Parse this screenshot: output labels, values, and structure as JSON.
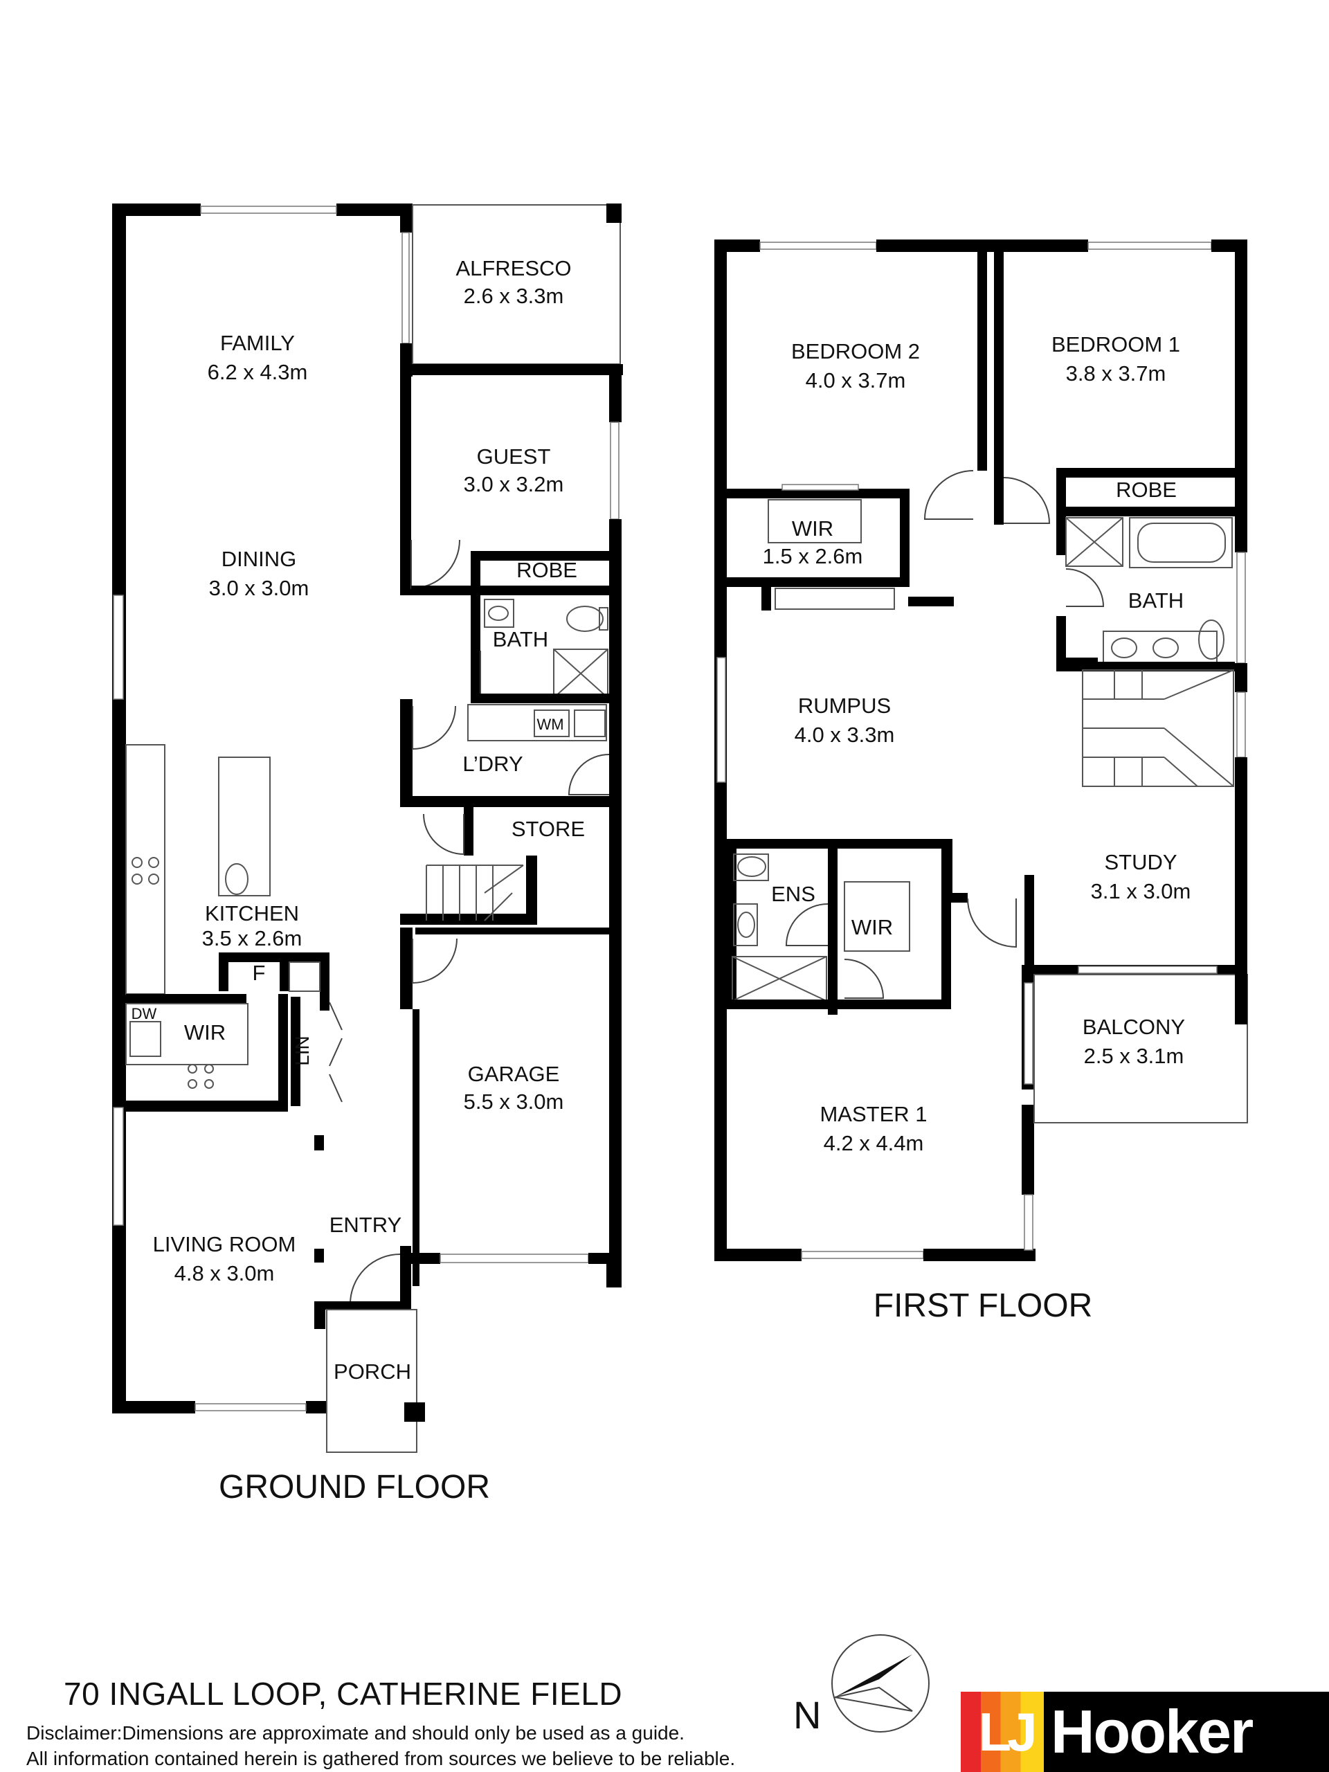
{
  "floors": {
    "ground": "GROUND FLOOR",
    "first": "FIRST FLOOR"
  },
  "rooms": {
    "alfresco": {
      "name": "ALFRESCO",
      "size": "2.6 x 3.3m"
    },
    "family": {
      "name": "FAMILY",
      "size": "6.2 x 4.3m"
    },
    "guest": {
      "name": "GUEST",
      "size": "3.0 x 3.2m"
    },
    "dining": {
      "name": "DINING",
      "size": "3.0 x 3.0m"
    },
    "robe_ground": {
      "name": "ROBE"
    },
    "bath_ground": {
      "name": "BATH"
    },
    "laundry": {
      "name": "L’DRY"
    },
    "wm": {
      "name": "WM"
    },
    "store": {
      "name": "STORE"
    },
    "kitchen": {
      "name": "KITCHEN",
      "size": "3.5 x 2.6m"
    },
    "fridge": {
      "name": "F"
    },
    "dw": {
      "name": "DW"
    },
    "wir_ground": {
      "name": "WIR"
    },
    "lin": {
      "name": "LIN"
    },
    "garage": {
      "name": "GARAGE",
      "size": "5.5 x 3.0m"
    },
    "entry": {
      "name": "ENTRY"
    },
    "living": {
      "name": "LIVING ROOM",
      "size": "4.8 x 3.0m"
    },
    "porch": {
      "name": "PORCH"
    },
    "bedroom2": {
      "name": "BEDROOM 2",
      "size": "4.0 x 3.7m"
    },
    "bedroom1": {
      "name": "BEDROOM 1",
      "size": "3.8 x 3.7m"
    },
    "robe_first": {
      "name": "ROBE"
    },
    "wir_bed2": {
      "name": "WIR",
      "size": "1.5 x 2.6m"
    },
    "bath_first": {
      "name": "BATH"
    },
    "rumpus": {
      "name": "RUMPUS",
      "size": "4.0 x 3.3m"
    },
    "study": {
      "name": "STUDY",
      "size": "3.1 x 3.0m"
    },
    "ens": {
      "name": "ENS"
    },
    "wir_master": {
      "name": "WIR"
    },
    "balcony": {
      "name": "BALCONY",
      "size": "2.5 x 3.1m"
    },
    "master": {
      "name": "MASTER 1",
      "size": "4.2 x 4.4m"
    }
  },
  "footer": {
    "address": "70 INGALL LOOP, CATHERINE FIELD",
    "disclaimer_line1": "Disclaimer:Dimensions are approximate and should only be used as a guide.",
    "disclaimer_line2": "All information contained herein is gathered from sources we believe to be reliable.",
    "north_label": "N"
  },
  "brand": {
    "mark": "LJ",
    "name": "Hooker",
    "colors": [
      "#e8272b",
      "#f26b1d",
      "#f6a21c",
      "#fcd21a"
    ]
  }
}
